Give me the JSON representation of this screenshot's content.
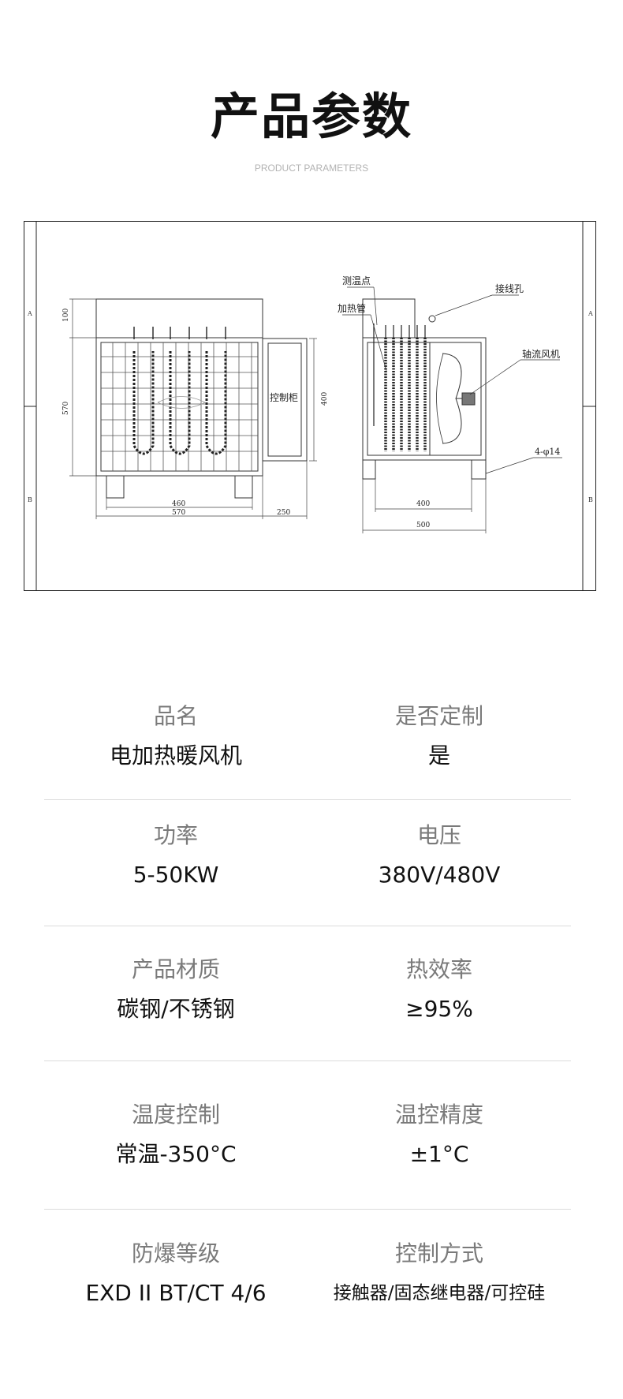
{
  "header": {
    "title": "产品参数",
    "subtitle": "PRODUCT PARAMETERS"
  },
  "drawing": {
    "frame_marks": [
      "A",
      "B",
      "A",
      "B"
    ],
    "front_view": {
      "dims": {
        "top_height": "100",
        "body_height": "570",
        "width_inner": "460",
        "width_outer": "570",
        "control_width": "250",
        "control_height": "400"
      },
      "control_cabinet_label": "控制柜"
    },
    "side_view": {
      "labels": {
        "temp_point": "测温点",
        "heating_tube": "加热管",
        "wiring_hole": "接线孔",
        "axial_fan": "轴流风机",
        "foot_holes": "4-φ14"
      },
      "dims": {
        "inner_width": "400",
        "outer_width": "500"
      }
    }
  },
  "params": [
    {
      "left_label": "品名",
      "left_value": "电加热暖风机",
      "right_label": "是否定制",
      "right_value": "是"
    },
    {
      "left_label": "功率",
      "left_value": "5-50KW",
      "right_label": "电压",
      "right_value": "380V/480V"
    },
    {
      "left_label": "产品材质",
      "left_value": "碳钢/不锈钢",
      "right_label": "热效率",
      "right_value": "≥95%"
    },
    {
      "left_label": "温度控制",
      "left_value": "常温-350°C",
      "right_label": "温控精度",
      "right_value": "±1°C"
    },
    {
      "left_label": "防爆等级",
      "left_value": "EXD II BT/CT  4/6",
      "right_label": "控制方式",
      "right_value": "接触器/固态继电器/可控硅"
    }
  ]
}
